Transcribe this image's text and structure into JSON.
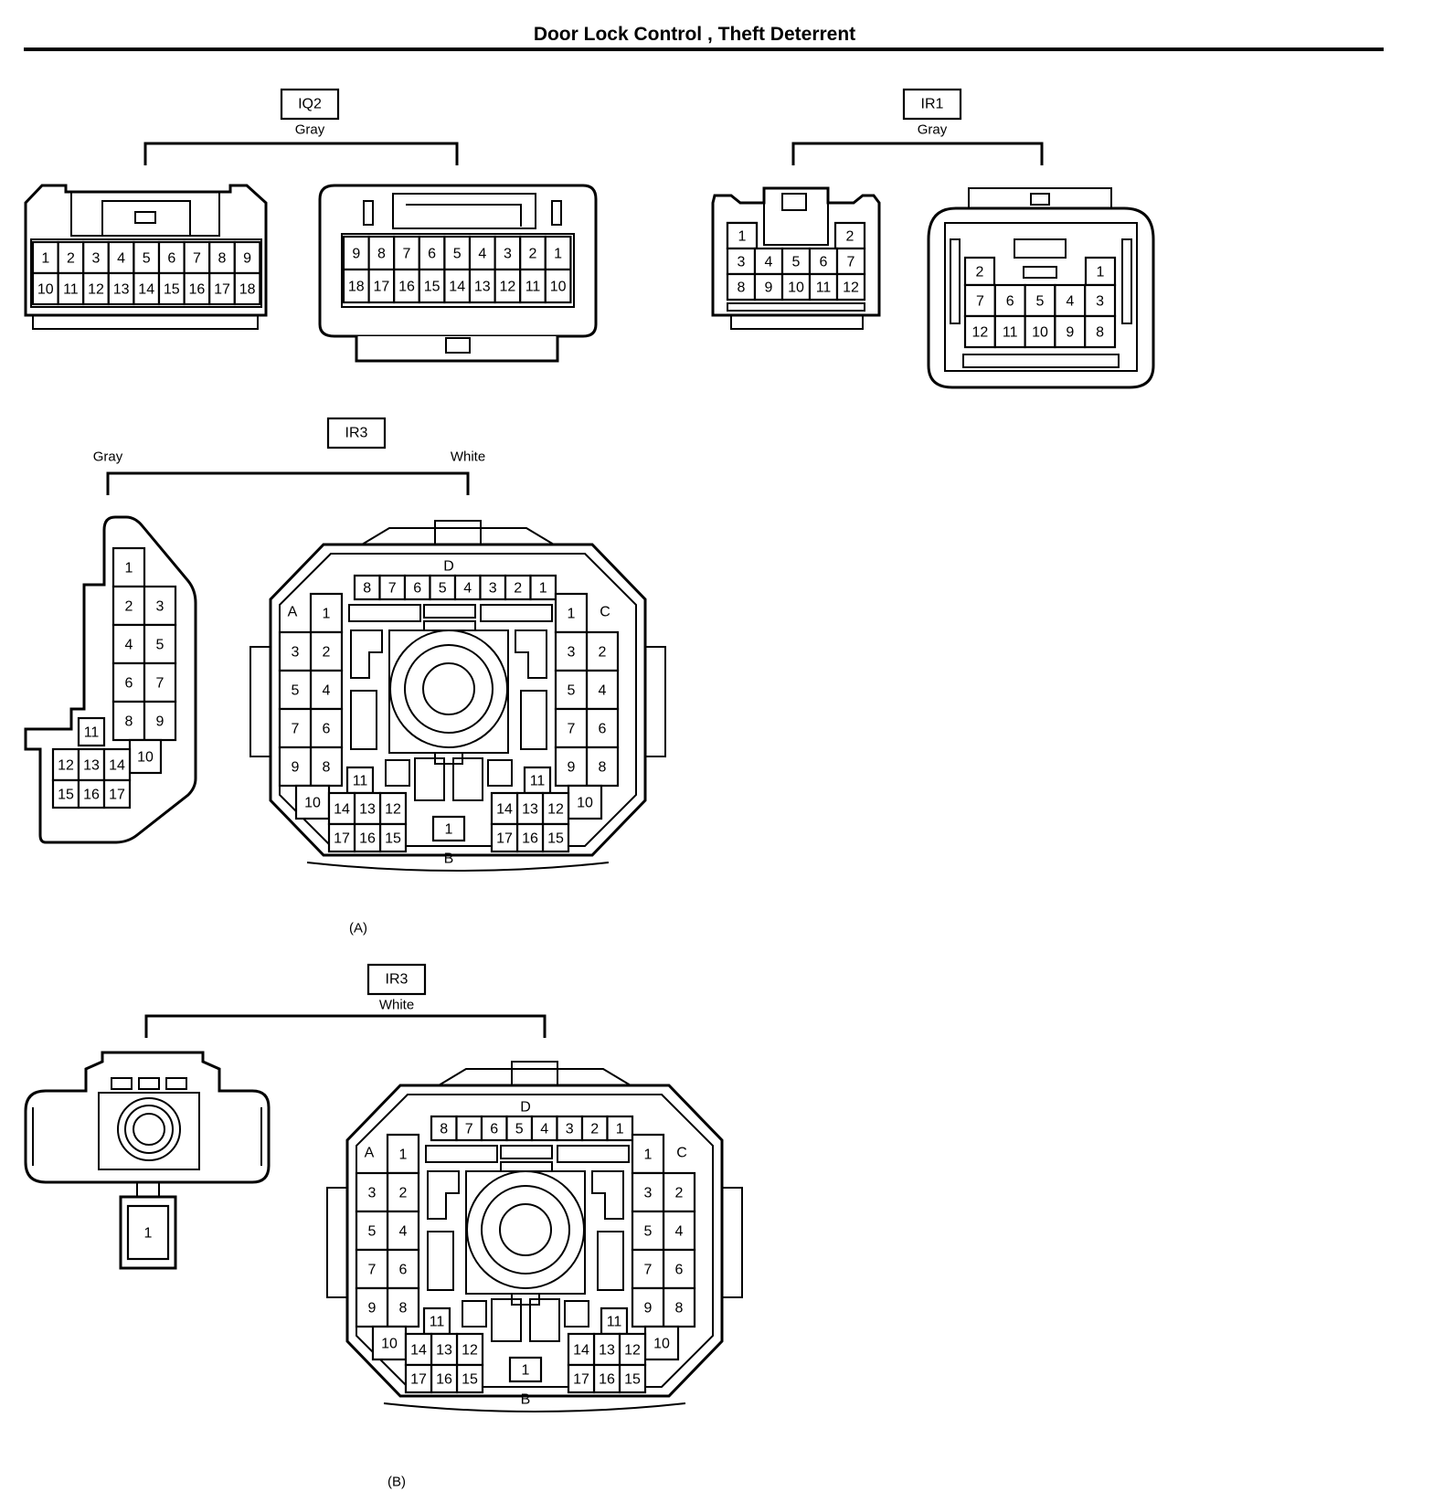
{
  "title": "Door Lock Control , Theft Deterrent",
  "connectors": {
    "iq2": {
      "tag": "IQ2",
      "color": "Gray",
      "left": {
        "row1": [
          "1",
          "2",
          "3",
          "4",
          "5",
          "6",
          "7",
          "8",
          "9"
        ],
        "row2": [
          "10",
          "11",
          "12",
          "13",
          "14",
          "15",
          "16",
          "17",
          "18"
        ]
      },
      "right": {
        "row1": [
          "9",
          "8",
          "7",
          "6",
          "5",
          "4",
          "3",
          "2",
          "1"
        ],
        "row2": [
          "18",
          "17",
          "16",
          "15",
          "14",
          "13",
          "12",
          "11",
          "10"
        ]
      }
    },
    "ir1": {
      "tag": "IR1",
      "color": "Gray",
      "left": {
        "row1": [
          "1",
          "2"
        ],
        "row2": [
          "3",
          "4",
          "5",
          "6",
          "7"
        ],
        "row3": [
          "8",
          "9",
          "10",
          "11",
          "12"
        ]
      },
      "right": {
        "row1": [
          "2",
          "1"
        ],
        "row2": [
          "7",
          "6",
          "5",
          "4",
          "3"
        ],
        "row3": [
          "12",
          "11",
          "10",
          "9",
          "8"
        ]
      }
    },
    "ir3a": {
      "tag": "IR3",
      "color_left": "Gray",
      "color_right": "White",
      "variant": "(A)",
      "left_pins": [
        "1",
        "2",
        "3",
        "4",
        "5",
        "6",
        "7",
        "8",
        "9",
        "10",
        "11",
        "12",
        "13",
        "14",
        "15",
        "16",
        "17"
      ],
      "round": {
        "section_a": "A",
        "section_b": "B",
        "section_c": "C",
        "section_d": "D",
        "d_pins": [
          "8",
          "7",
          "6",
          "5",
          "4",
          "3",
          "2",
          "1"
        ],
        "a_pins": [
          "1",
          "2",
          "3",
          "4",
          "5",
          "6",
          "7",
          "8",
          "9",
          "10",
          "11",
          "12",
          "13",
          "14",
          "15",
          "16",
          "17"
        ],
        "c_pins": [
          "1",
          "2",
          "3",
          "4",
          "5",
          "6",
          "7",
          "8",
          "9",
          "10",
          "11",
          "12",
          "13",
          "14",
          "15",
          "16",
          "17"
        ],
        "b_pin": "1"
      }
    },
    "ir3b": {
      "tag": "IR3",
      "color": "White",
      "variant": "(B)",
      "left_pin": "1",
      "round": {
        "section_a": "A",
        "section_b": "B",
        "section_c": "C",
        "section_d": "D",
        "d_pins": [
          "8",
          "7",
          "6",
          "5",
          "4",
          "3",
          "2",
          "1"
        ],
        "a_pins": [
          "1",
          "2",
          "3",
          "4",
          "5",
          "6",
          "7",
          "8",
          "9",
          "10",
          "11",
          "12",
          "13",
          "14",
          "15",
          "16",
          "17"
        ],
        "c_pins": [
          "1",
          "2",
          "3",
          "4",
          "5",
          "6",
          "7",
          "8",
          "9",
          "10",
          "11",
          "12",
          "13",
          "14",
          "15",
          "16",
          "17"
        ],
        "b_pin": "1"
      }
    }
  }
}
